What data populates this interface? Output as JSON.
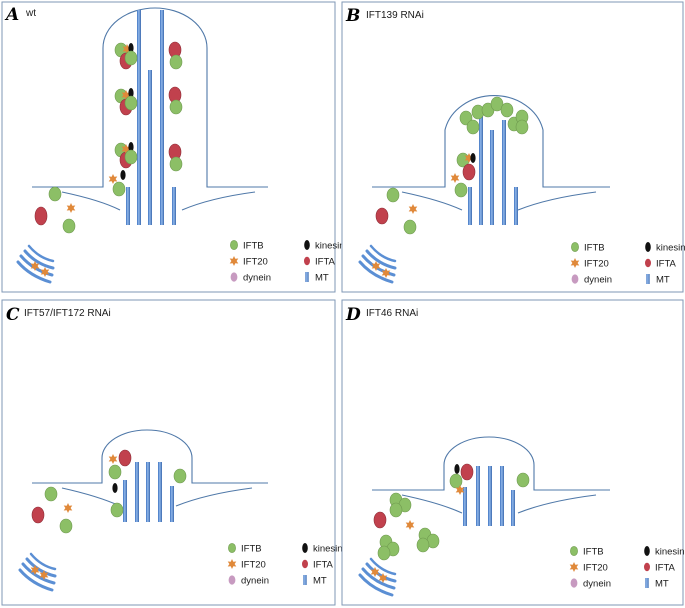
{
  "colors": {
    "panel_border": "#7f97b5",
    "membrane": "#4f78a8",
    "ift_b": "#8cbf66",
    "ift_b_stroke": "#6f9a4f",
    "ift_a": "#c1414d",
    "ift_a_stroke": "#8f2c36",
    "ift20": "#e0893a",
    "kinesin": "#111111",
    "dynein": "#c79ac0",
    "microtubule": "#5b8fd4"
  },
  "legend": {
    "iftb": "IFTB",
    "ift20": "IFT20",
    "dynein": "dynein",
    "kinesin": "kinesinII",
    "ifta": "IFTA",
    "mt": "MT"
  },
  "panels": [
    {
      "letter": "A",
      "title": "wt"
    },
    {
      "letter": "B",
      "title": "IFT139 RNAi"
    },
    {
      "letter": "C",
      "title": "IFT57/IFT172 RNAi"
    },
    {
      "letter": "D",
      "title": "IFT46 RNAi"
    }
  ]
}
